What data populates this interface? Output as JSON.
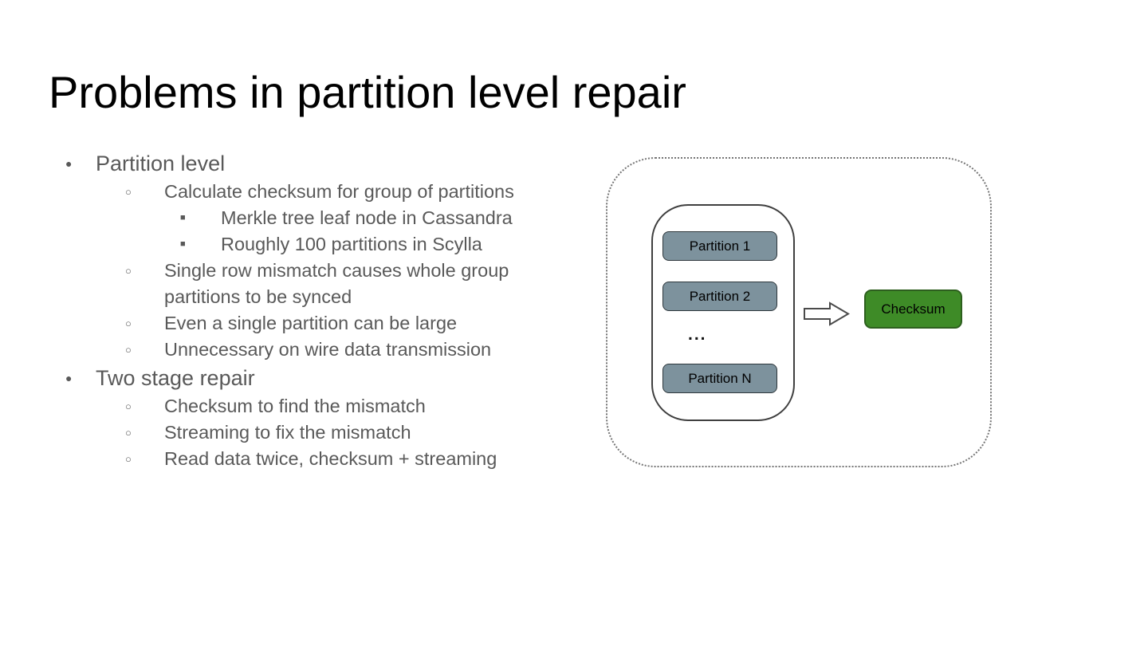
{
  "slide": {
    "title": "Problems in partition level repair"
  },
  "list": {
    "glyphs": {
      "l1": "●",
      "l2": "○",
      "l3": "■"
    },
    "items": [
      {
        "level": 1,
        "text": "Partition level"
      },
      {
        "level": 2,
        "text": "Calculate checksum for group of partitions"
      },
      {
        "level": 3,
        "text": "Merkle tree leaf node in Cassandra"
      },
      {
        "level": 3,
        "text": "Roughly 100 partitions in Scylla"
      },
      {
        "level": 2,
        "text": "Single row mismatch causes whole group partitions to be synced"
      },
      {
        "level": 2,
        "text": "Even a single partition can be large"
      },
      {
        "level": 2,
        "text": "Unnecessary on wire data transmission"
      },
      {
        "level": 1,
        "text": "Two stage repair"
      },
      {
        "level": 2,
        "text": "Checksum to find the mismatch"
      },
      {
        "level": 2,
        "text": "Streaming to fix the mismatch"
      },
      {
        "level": 2,
        "text": "Read data twice, checksum + streaming"
      }
    ]
  },
  "diagram": {
    "boxes": [
      {
        "label": "Partition 1"
      },
      {
        "label": "Partition 2"
      },
      {
        "label": "Partition N"
      }
    ],
    "ellipsis": "...",
    "checksum": "Checksum",
    "colors": {
      "partition_fill": "#7d929d",
      "partition_border": "#2e373c",
      "checksum_fill": "#3e8b27",
      "checksum_border": "#2d5f1e",
      "group_border": "#3f3f3f",
      "dotted_border": "#757575",
      "arrow_stroke": "#4a4a4a",
      "body_text": "#595959",
      "title_text": "#000000"
    }
  }
}
